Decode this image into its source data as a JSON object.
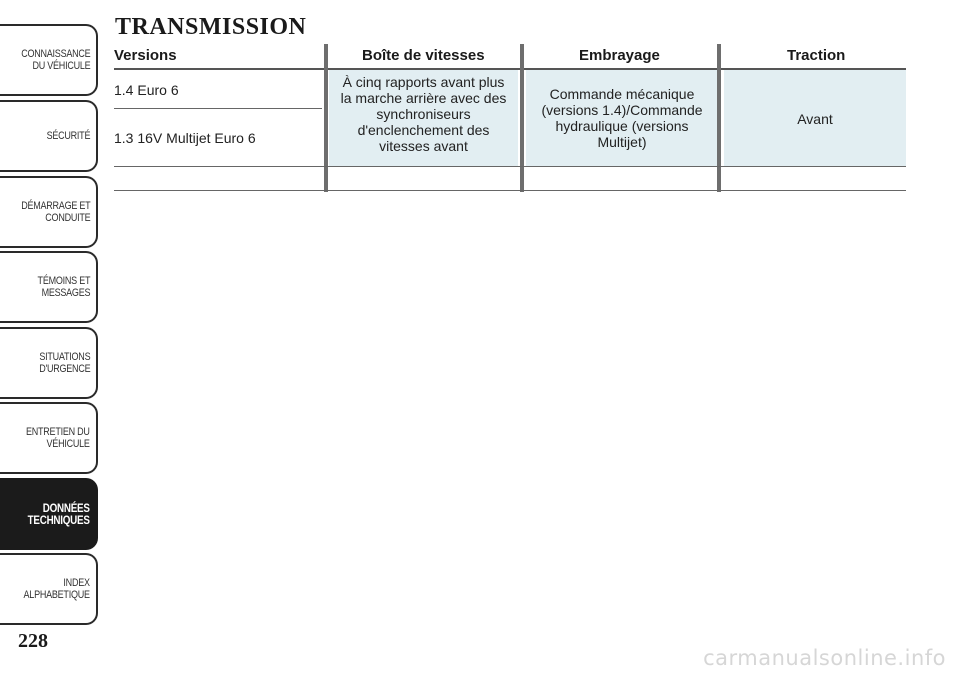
{
  "sidebar": {
    "tabs": [
      {
        "label": "CONNAISSANCE\nDU VÉHICULE"
      },
      {
        "label": "SÉCURITÉ"
      },
      {
        "label": "DÉMARRAGE ET\nCONDUITE"
      },
      {
        "label": "TÉMOINS ET\nMESSAGES"
      },
      {
        "label": "SITUATIONS\nD'URGENCE"
      },
      {
        "label": "ENTRETIEN DU\nVÉHICULE"
      },
      {
        "label": "DONNÉES\nTECHNIQUES"
      },
      {
        "label": "INDEX\nALPHABETIQUE"
      }
    ],
    "active_index": 6,
    "page_number": "228"
  },
  "content": {
    "title": "TRANSMISSION",
    "table": {
      "headers": [
        "Versions",
        "Boîte de vitesses",
        "Embrayage",
        "Traction"
      ],
      "rows": [
        "1.4 Euro 6",
        "1.3 16V Multijet Euro 6"
      ],
      "gearbox": "À cinq rapports avant plus\nla marche arrière avec des\nsynchroniseurs\nd'enclenchement des\nvitesses avant",
      "clutch": "Commande mécanique\n(versions 1.4)/Commande\nhydraulique (versions\nMultijet)",
      "traction": "Avant"
    }
  },
  "watermark": "carmanualsonline.info",
  "colors": {
    "cell_bg": "#e2eef2",
    "active_tab": "#1b1b1b"
  }
}
